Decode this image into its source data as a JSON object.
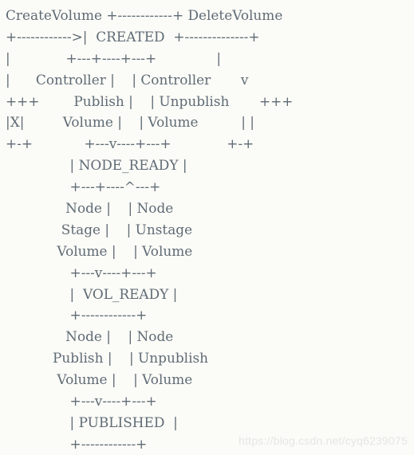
{
  "diagram": {
    "lines": [
      "CreateVolume +------------+ DeleteVolume",
      "+------------>|  CREATED  +--------------+",
      "|             +---+----+---+              |",
      "|      Controller |    | Controller       v",
      "+++        Publish |    | Unpublish       +++",
      "|X|         Volume |    | Volume          | |",
      "+-+            +---v----+---+             +-+",
      "               | NODE_READY |",
      "               +---+----^---+",
      "              Node |    | Node",
      "             Stage |    | Unstage",
      "            Volume |    | Volume",
      "               +---v----+---+",
      "               |  VOL_READY |",
      "               +------------+",
      "              Node |    | Node",
      "           Publish |    | Unpublish",
      "            Volume |    | Volume",
      "               +---v----+---+",
      "               | PUBLISHED  |",
      "               +------------+"
    ]
  },
  "watermark": "https://blog.csdn.net/cyq6239075"
}
